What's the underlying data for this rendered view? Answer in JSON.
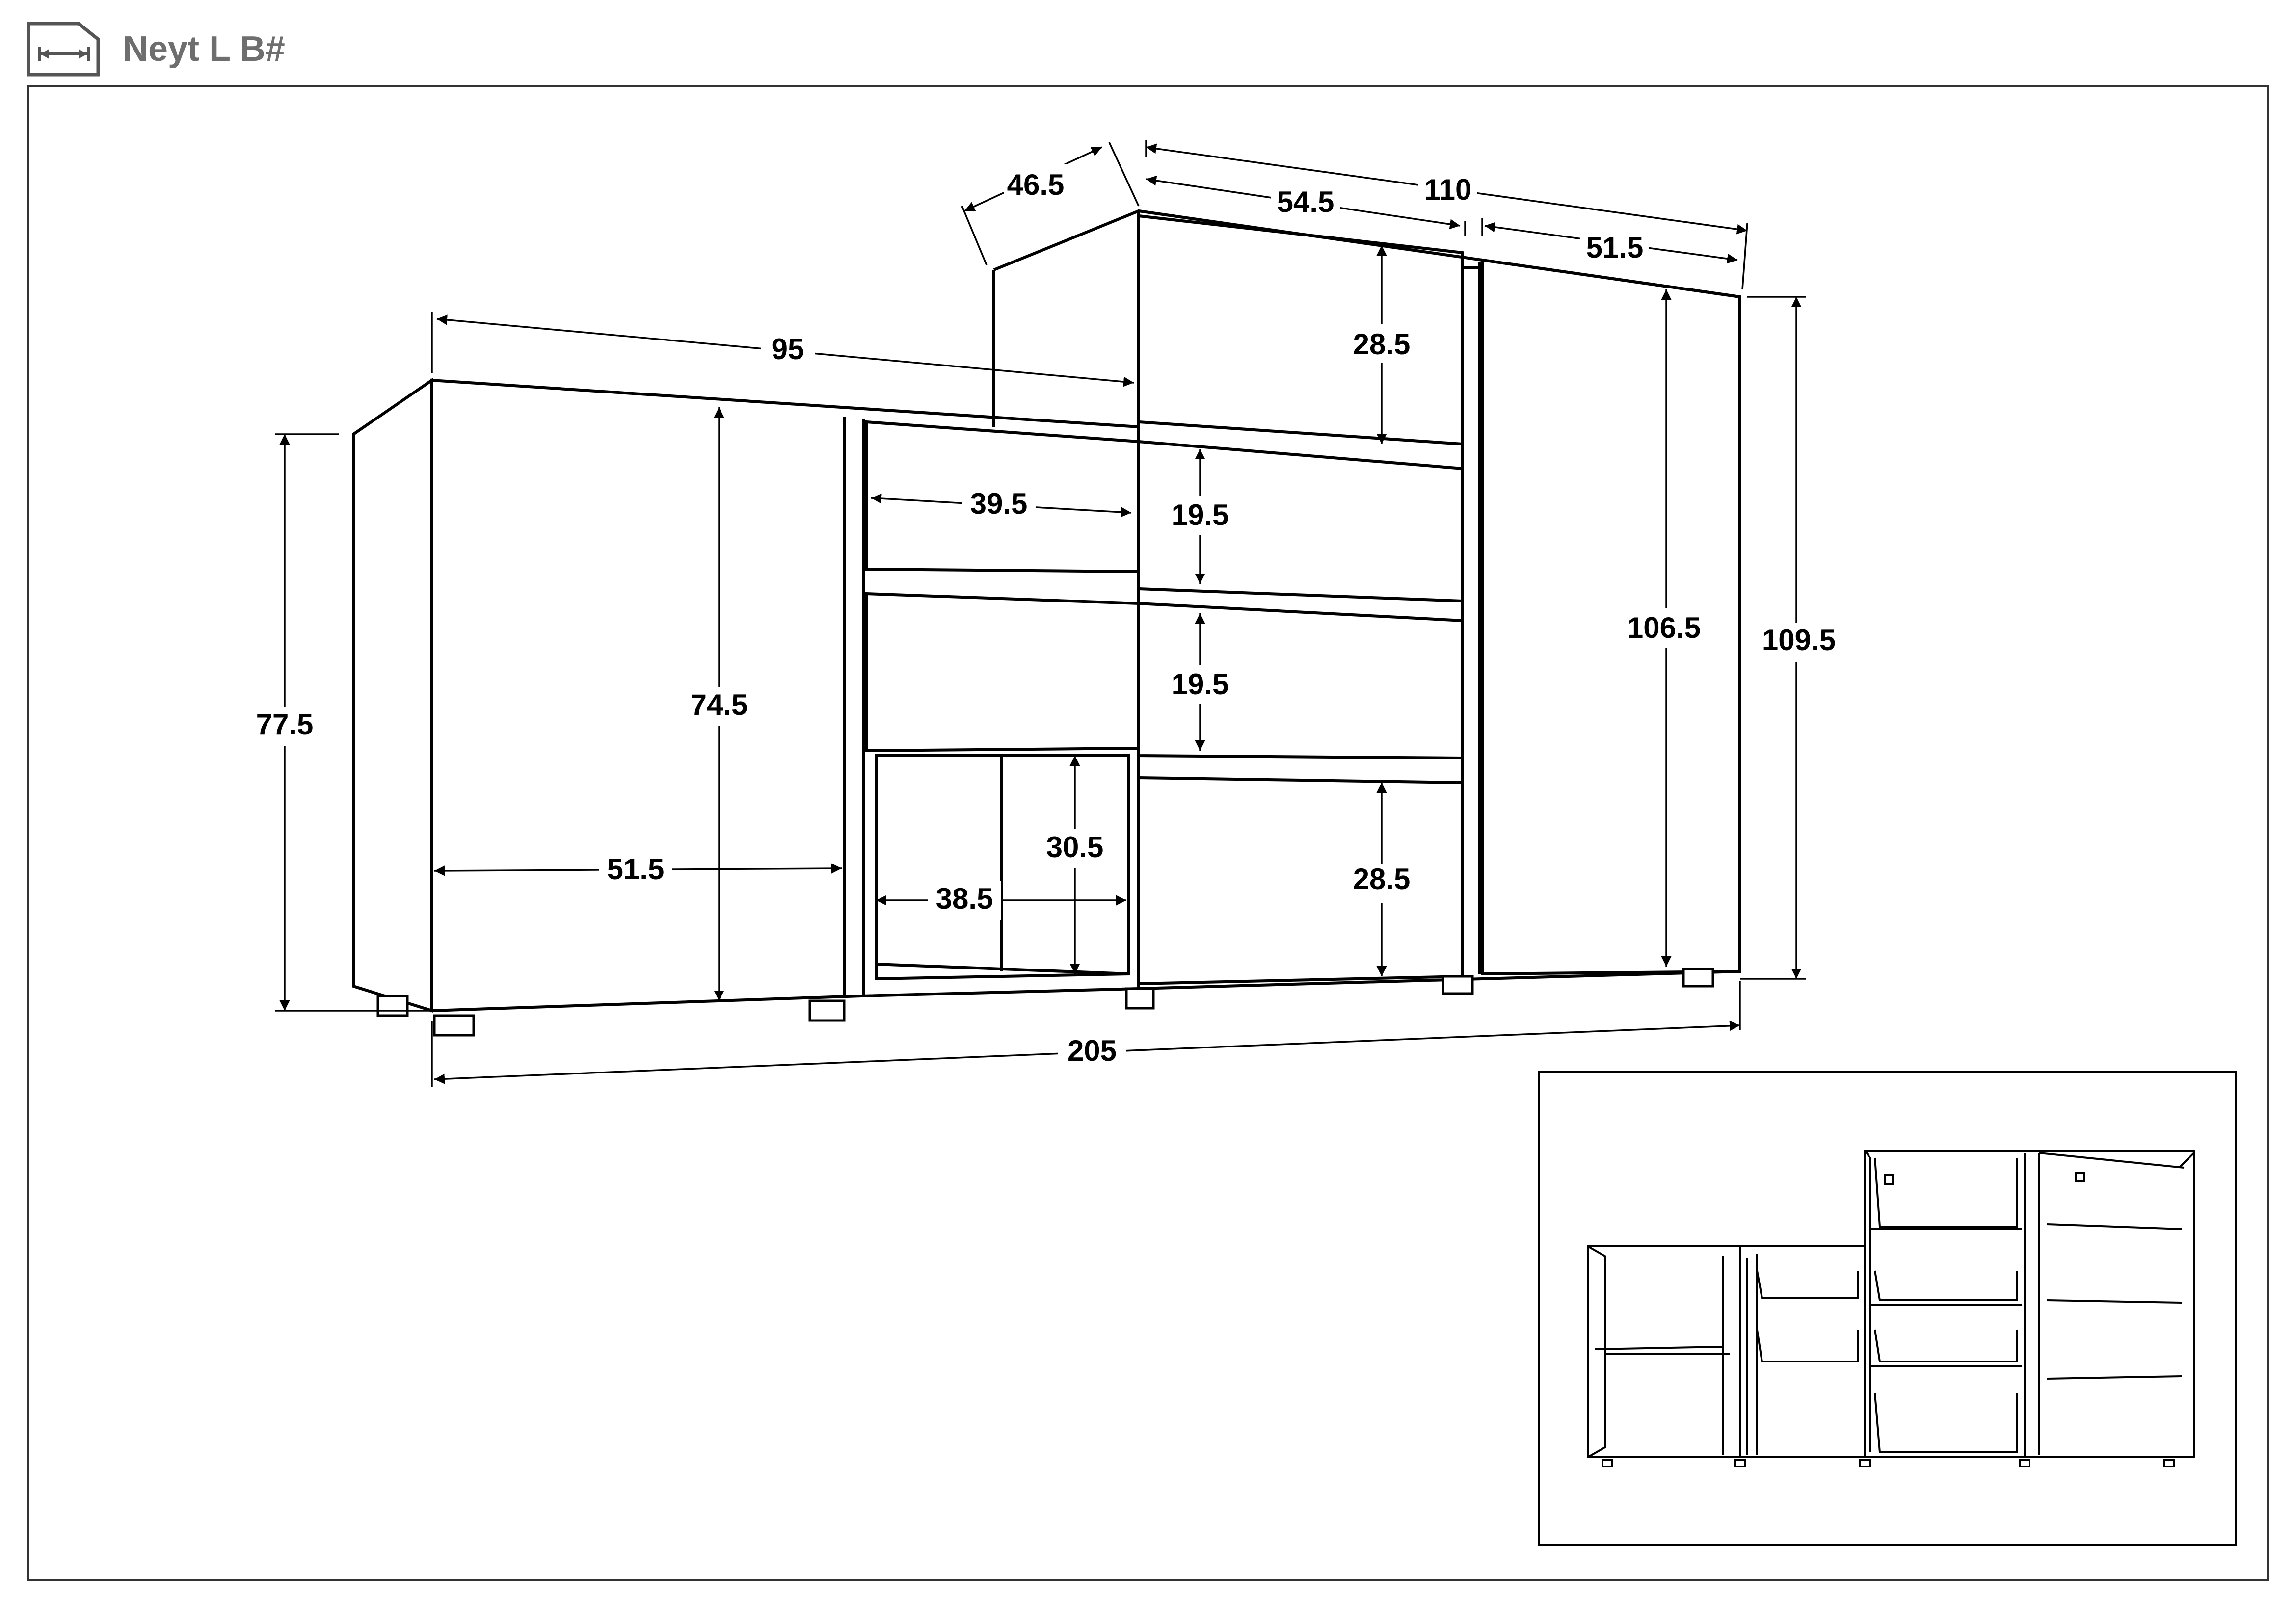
{
  "header": {
    "title": "Neyt L B#",
    "icon": "width-dimension-icon"
  },
  "dimensions": {
    "top_depth": "46.5",
    "top_total_width": "110",
    "top_drawer_width": "54.5",
    "top_door_width": "51.5",
    "low_body_width": "95",
    "top_drawer_height": "28.5",
    "small_drawer_width": "39.5",
    "drawer2_height": "19.5",
    "drawer3_height": "19.5",
    "right_door_height": "106.5",
    "total_height": "109.5",
    "left_height": "77.5",
    "left_door_height": "74.5",
    "open_shelf_height": "30.5",
    "bottom_drawer_height": "28.5",
    "left_door_width": "51.5",
    "open_shelf_width": "38.5",
    "total_width": "205"
  },
  "inset": {
    "description_label": ""
  }
}
